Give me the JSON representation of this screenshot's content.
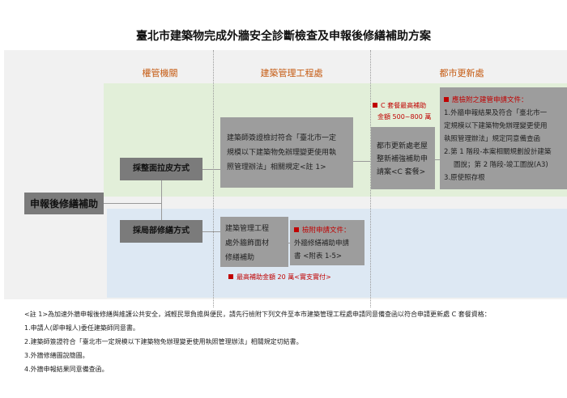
{
  "title": "臺北市建築物完成外牆安全診斷檢查及申報後修繕補助方案",
  "columns": [
    "權管機關",
    "建築管理工程處",
    "都市更新處"
  ],
  "root": "申報後修繕補助",
  "methods": [
    "採整面拉皮方式",
    "採局部修繕方式"
  ],
  "full": {
    "bmo_lines": [
      "建築師簽證檢討符合「臺北市一定",
      "規模以下建築物免辦理變更使用執",
      "照管理辦法」相關規定<註 1>"
    ],
    "c_note": [
      "C 套餐最高補助",
      "金額 500~800 萬"
    ],
    "urban_lines": [
      "都市更新處老屋",
      "整新補強補助申",
      "請案<C 套餐>"
    ],
    "docs_title": "應檢附之建管申請文件：",
    "docs": [
      "1.外牆申報結果及符合「臺北市一",
      "定規模以下建築物免辦理變更使用",
      "執照管理辦法」規定同意備查函",
      "2.第 1 階段-本案相關規劃設計建築",
      "圖說；第 2 階段-竣工圖說(A3)",
      "3.原使照存根"
    ]
  },
  "partial": {
    "bmo_lines": [
      "建築管理工程",
      "處外牆飾面材",
      "修繕補助"
    ],
    "docs_title": "檢附申請文件：",
    "docs": [
      "外牆修繕補助申請",
      "書 <附表 1-5>"
    ],
    "max_note": "最高補助金額 20 萬<實支實付>"
  },
  "notes": [
    "<註 1>為加速外牆申報後修繕與維護公共安全，減輕民眾負擔與便民，請先行檢附下列文件至本市建築管理工程處申請同意備查函以符合申請更新處 C 套餐資格：",
    "1.申請人(即申報人)委任建築師同意書。",
    "2.建築師簽證符合「臺北市一定規模以下建築物免辦理變更使用執照管理辦法」相關規定切結書。",
    "3.外牆修繕圖說簡圖。",
    "4.外牆申報結果同意備查函。"
  ]
}
